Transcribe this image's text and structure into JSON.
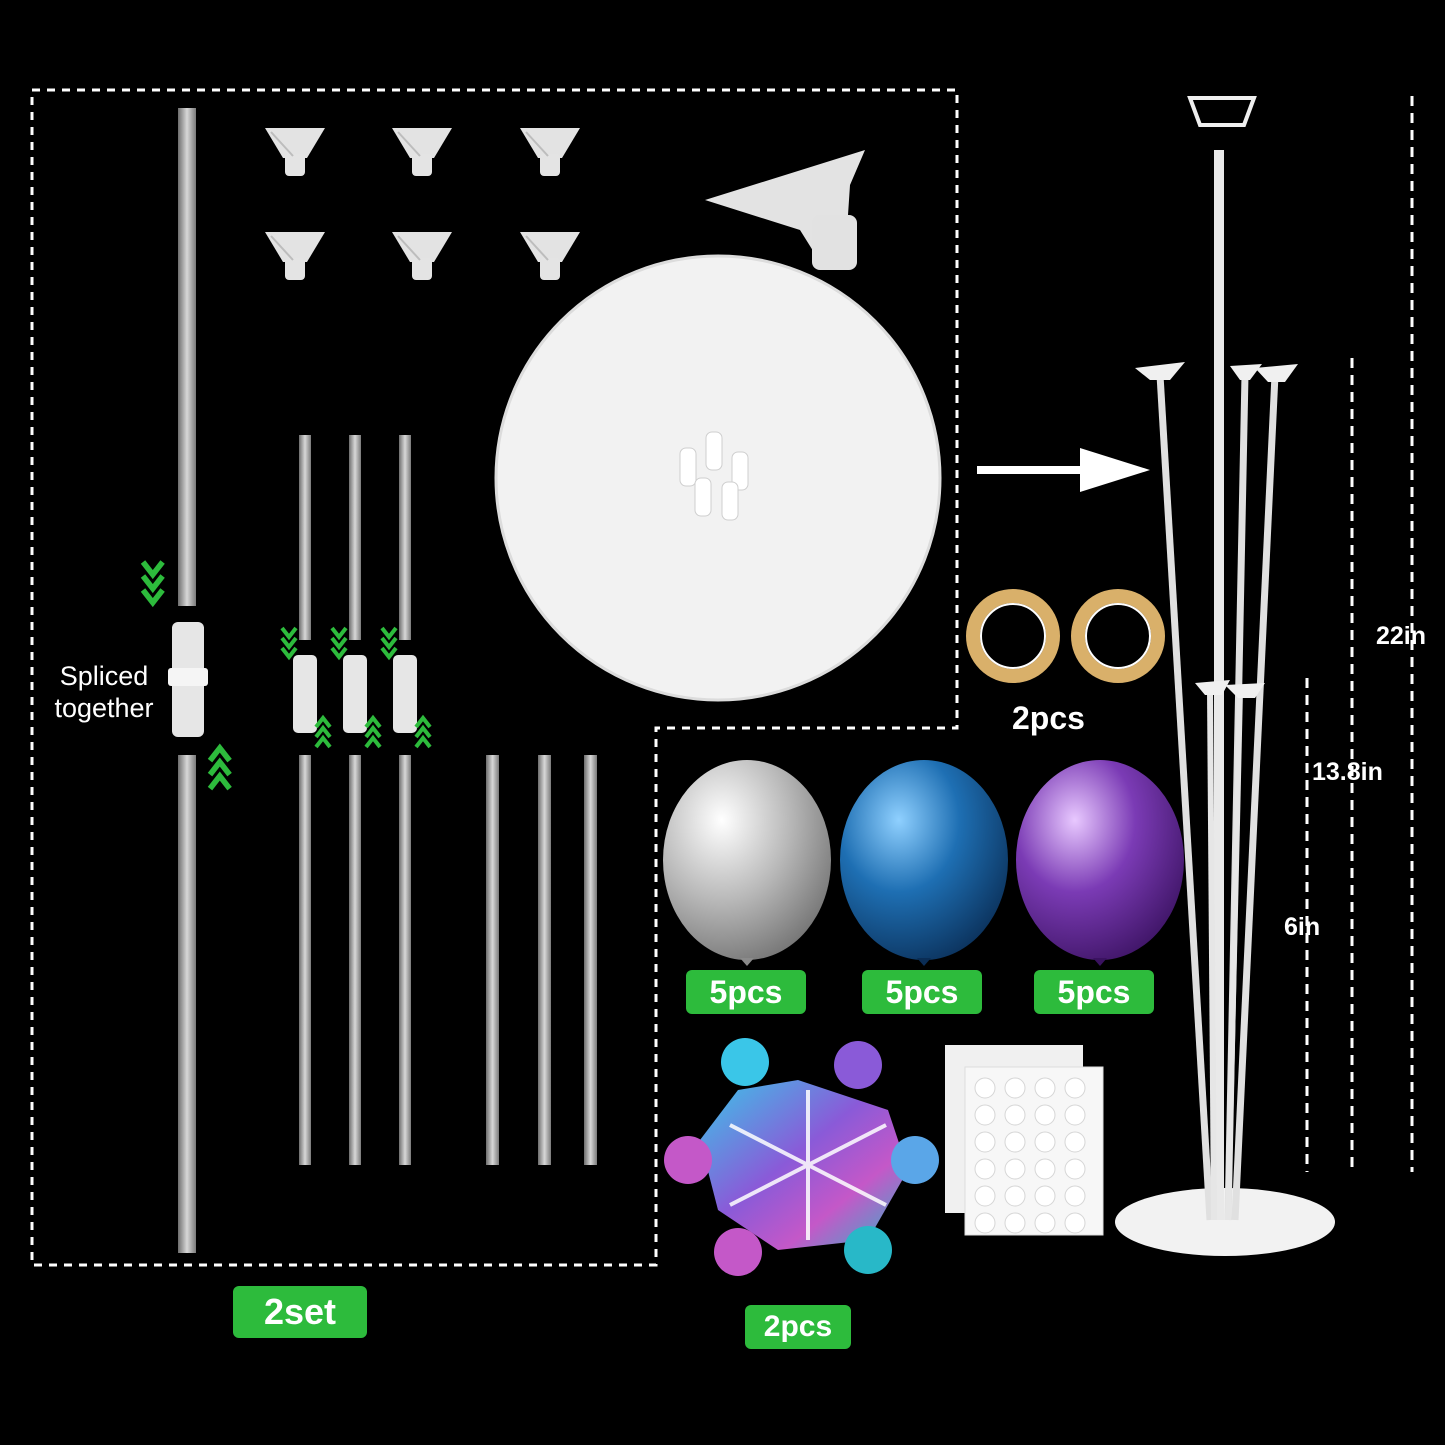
{
  "spliced_label_line1": "Spliced",
  "spliced_label_line2": "together",
  "tape_count": "2pcs",
  "balloons": [
    {
      "color": "#c8c8c8",
      "count": "5pcs"
    },
    {
      "color": "#1e6fb3",
      "count": "5pcs"
    },
    {
      "color": "#7b3bb5",
      "count": "5pcs"
    }
  ],
  "set_badge": "2set",
  "snowflake_count": "2pcs",
  "dimensions": {
    "total": "22in",
    "middle": "13.8in",
    "lower": "6in"
  },
  "colors": {
    "background": "#000000",
    "badge": "#2dbb3c",
    "arrow_green": "#2dbb3c"
  }
}
